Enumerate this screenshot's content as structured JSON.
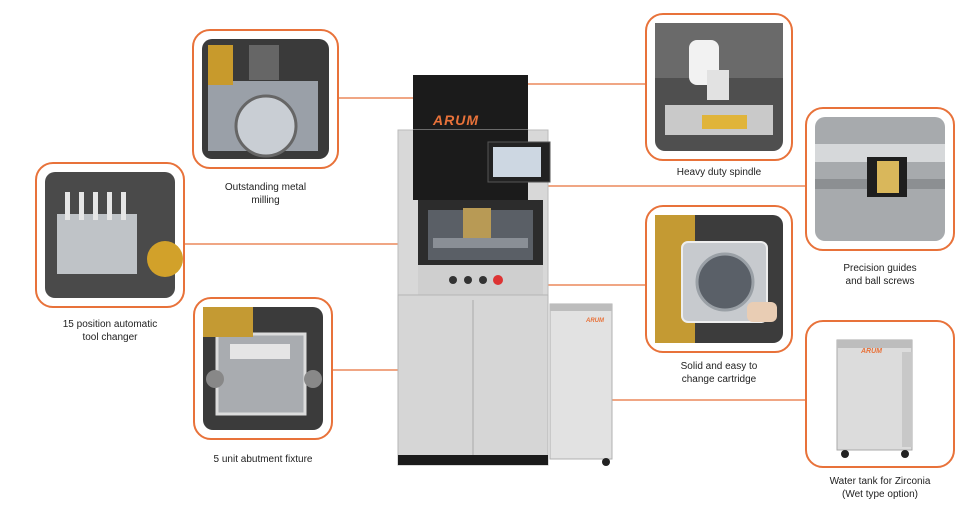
{
  "brand": "ARUM",
  "brand_color": "#e8723a",
  "features": [
    {
      "id": "metal",
      "lines": [
        "Outstanding metal",
        "milling"
      ]
    },
    {
      "id": "changer",
      "lines": [
        "15 position automatic",
        "tool changer"
      ]
    },
    {
      "id": "abutment",
      "lines": [
        "5 unit abutment fixture"
      ]
    },
    {
      "id": "spindle",
      "lines": [
        "Heavy duty spindle"
      ]
    },
    {
      "id": "guides",
      "lines": [
        "Precision guides",
        "and ball screws"
      ]
    },
    {
      "id": "cartridge",
      "lines": [
        "Solid and easy to",
        "change cartridge"
      ]
    },
    {
      "id": "tank",
      "lines": [
        "Water tank for Zirconia",
        "(Wet type option)"
      ]
    }
  ]
}
